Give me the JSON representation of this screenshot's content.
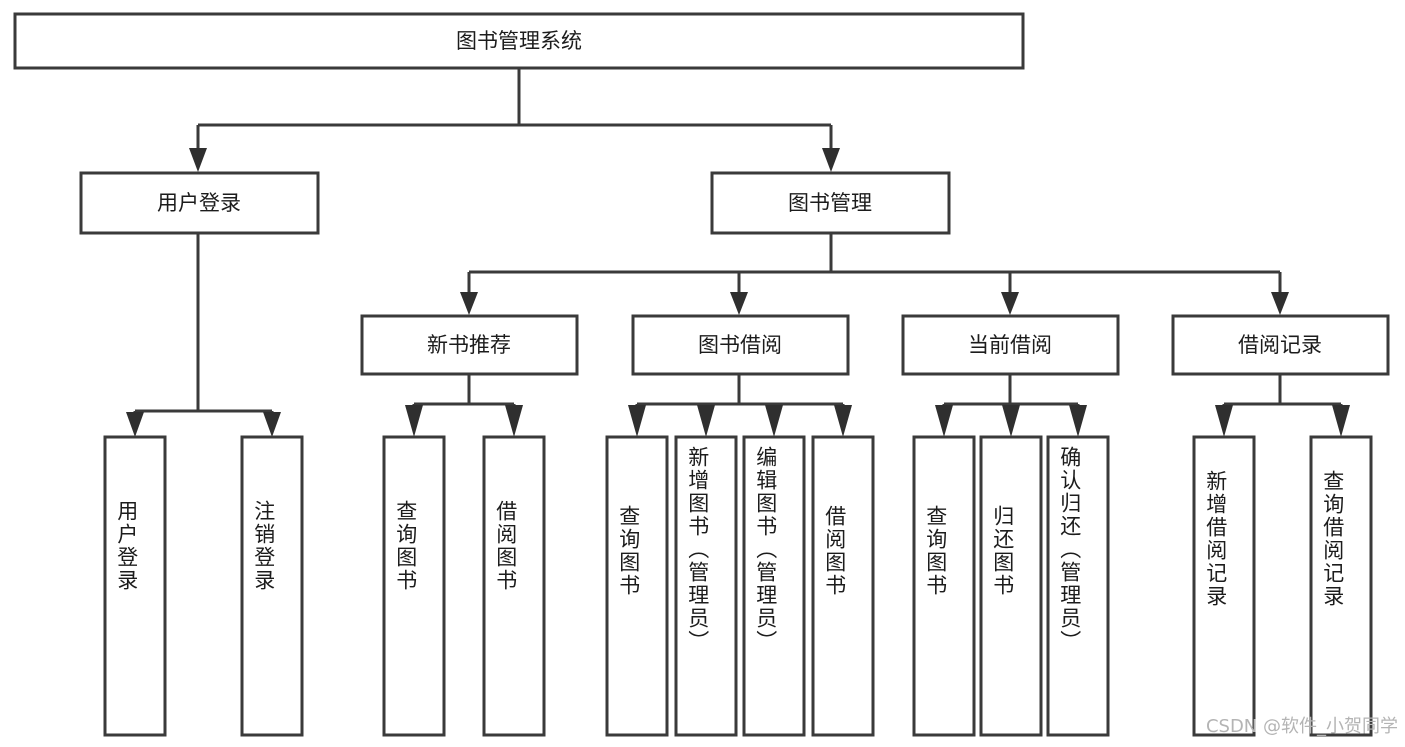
{
  "diagram": {
    "title": "图书管理系统",
    "type": "tree",
    "orientation": "top-down",
    "colors": {
      "box_stroke": "#3a3a3a",
      "box_fill": "#ffffff",
      "connector": "#3a3a3a",
      "arrow": "#2f2f2f",
      "text": "#1c1c1c",
      "watermark": "#b4b4b4",
      "background": "#ffffff"
    },
    "levels": {
      "root": "图书管理系统",
      "level2": [
        "用户登录",
        "图书管理"
      ],
      "level3": [
        "新书推荐",
        "图书借阅",
        "当前借阅",
        "借阅记录"
      ]
    }
  },
  "nodes": {
    "root": {
      "label": "图书管理系统",
      "orientation": "horizontal"
    },
    "user_login": {
      "label": "用户登录",
      "orientation": "horizontal"
    },
    "book_manage": {
      "label": "图书管理",
      "orientation": "horizontal"
    },
    "new_book_rec": {
      "label": "新书推荐",
      "orientation": "horizontal"
    },
    "book_borrow": {
      "label": "图书借阅",
      "orientation": "horizontal"
    },
    "current_borrow": {
      "label": "当前借阅",
      "orientation": "horizontal"
    },
    "borrow_record": {
      "label": "借阅记录",
      "orientation": "horizontal"
    }
  },
  "leaves": {
    "user_login_children": [
      {
        "label": "用户登录"
      },
      {
        "label": "注销登录"
      }
    ],
    "new_book_rec_children": [
      {
        "label": "查询图书"
      },
      {
        "label": "借阅图书"
      }
    ],
    "book_borrow_children": [
      {
        "label": "查询图书"
      },
      {
        "label": "新增图书（管理员）"
      },
      {
        "label": "编辑图书（管理员）"
      },
      {
        "label": "借阅图书"
      }
    ],
    "current_borrow_children": [
      {
        "label": "查询图书"
      },
      {
        "label": "归还图书"
      },
      {
        "label": "确认归还（管理员）"
      }
    ],
    "borrow_record_children": [
      {
        "label": "新增借阅记录"
      },
      {
        "label": "查询借阅记录"
      }
    ]
  },
  "watermark": {
    "text": "CSDN @软件_小贺同学"
  }
}
